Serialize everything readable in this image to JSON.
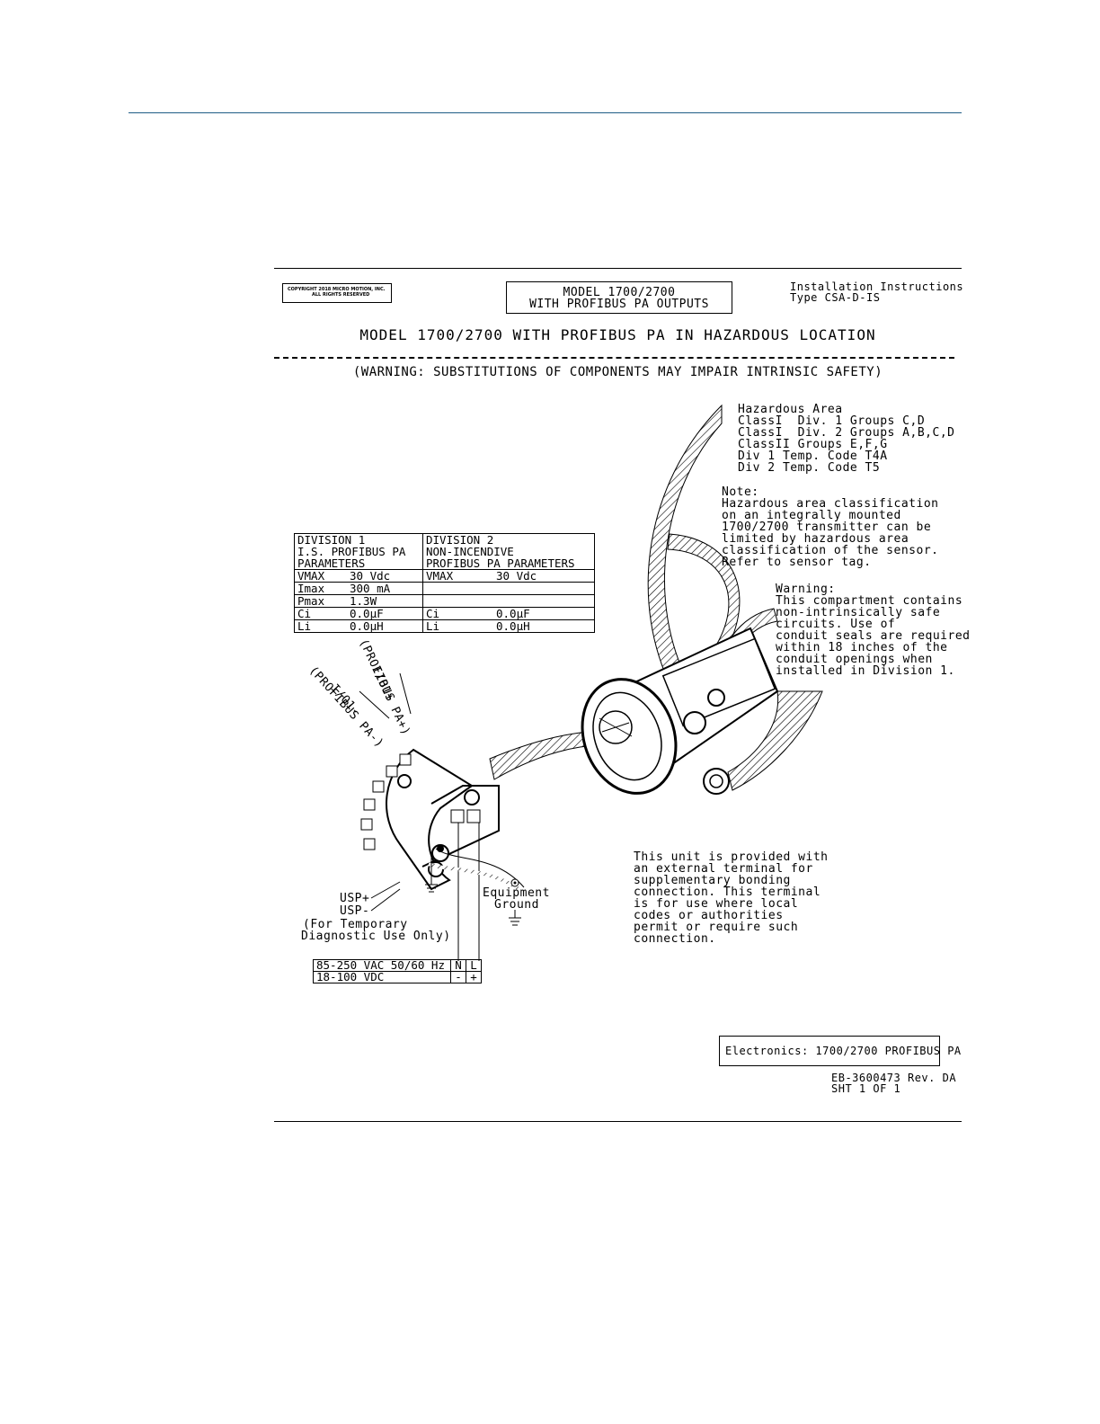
{
  "header": {
    "copyright_line1": "COPYRIGHT 2018 MICRO MOTION, INC.",
    "copyright_line2": "ALL RIGHTS RESERVED",
    "model_line1": "MODEL 1700/2700",
    "model_line2": "WITH PROFIBUS PA OUTPUTS",
    "instr_line1": "Installation Instructions",
    "instr_line2": "Type CSA-D-IS"
  },
  "title": "MODEL 1700/2700 WITH PROFIBUS PA IN HAZARDOUS LOCATION",
  "warning": "(WARNING: SUBSTITUTIONS OF COMPONENTS MAY IMPAIR INTRINSIC SAFETY)",
  "hazardous_area": [
    "Hazardous Area",
    "ClassI  Div. 1 Groups C,D",
    "ClassI  Div. 2 Groups A,B,C,D",
    "ClassII Groups E,F,G",
    "Div 1 Temp. Code T4A",
    "Div 2 Temp. Code T5"
  ],
  "note": [
    "Note:",
    "Hazardous area classification",
    "on an integrally mounted",
    "1700/2700 transmitter can be",
    "limited by hazardous area",
    "classification of the sensor.",
    "Refer to sensor tag."
  ],
  "compartment_warning": [
    "Warning:",
    "This compartment contains",
    "non-intrinsically safe",
    "circuits. Use of",
    "conduit seals are required",
    "within 18 inches of the",
    "conduit openings when",
    "installed in Division 1."
  ],
  "parameters": {
    "div1_header": [
      "DIVISION 1",
      "I.S. PROFIBUS PA",
      "PARAMETERS"
    ],
    "div2_header": [
      "DIVISION 2",
      "NON-INCENDIVE",
      "PROFIBUS PA PARAMETERS"
    ],
    "rows": [
      {
        "k1": "VMAX",
        "v1": "30 Vdc",
        "k2": "VMAX",
        "v2": "30 Vdc"
      },
      {
        "k1": "Imax",
        "v1": "300 mA",
        "k2": "",
        "v2": ""
      },
      {
        "k1": "Pmax",
        "v1": "1.3W",
        "k2": "",
        "v2": ""
      },
      {
        "k1": "Ci",
        "v1": "0.0µF",
        "k2": "Ci",
        "v2": "0.0µF"
      },
      {
        "k1": "Li",
        "v1": "0.0µH",
        "k2": "Li",
        "v2": "0.0µH"
      }
    ]
  },
  "terminal_labels": {
    "io_plus_1": "I/O1+",
    "io_plus_2": "(PROFIBUS PA+)",
    "io_minus_1": "I/O1-",
    "io_minus_2": "(PROFIBUS PA-)",
    "usp_plus": "USP+",
    "usp_minus": "USP-",
    "diag_1": "(For Temporary",
    "diag_2": "Diagnostic Use Only)",
    "equip_1": "Equipment",
    "equip_2": "Ground"
  },
  "power": {
    "ac": "85-250 VAC 50/60 Hz",
    "ac_n": "N",
    "ac_l": "L",
    "dc": "18-100 VDC",
    "dc_minus": "-",
    "dc_plus": "+"
  },
  "bonding_note": [
    "This unit is provided with",
    "an external terminal for",
    "supplementary bonding",
    "connection. This terminal",
    "is for use where local",
    "codes or authorities",
    "permit or require such",
    "connection."
  ],
  "electronics": "Electronics: 1700/2700 PROFIBUS PA",
  "drawing_no": "EB-3600473 Rev. DA",
  "sheet_no": "SHT 1 OF 1"
}
